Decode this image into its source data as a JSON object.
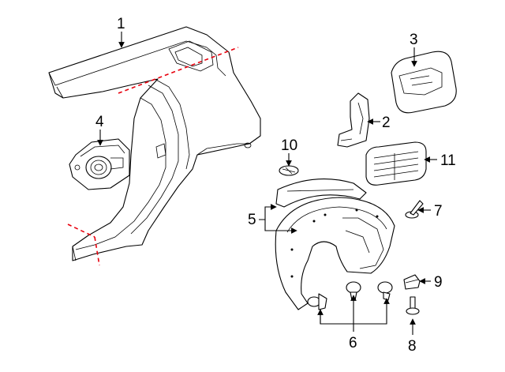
{
  "callouts": {
    "c1": "1",
    "c2": "2",
    "c3": "3",
    "c4": "4",
    "c5": "5",
    "c6": "6",
    "c7": "7",
    "c8": "8",
    "c9": "9",
    "c10": "10",
    "c11": "11"
  },
  "colors": {
    "line": "#000000",
    "cut_line": "#e8000d",
    "background": "#ffffff"
  }
}
